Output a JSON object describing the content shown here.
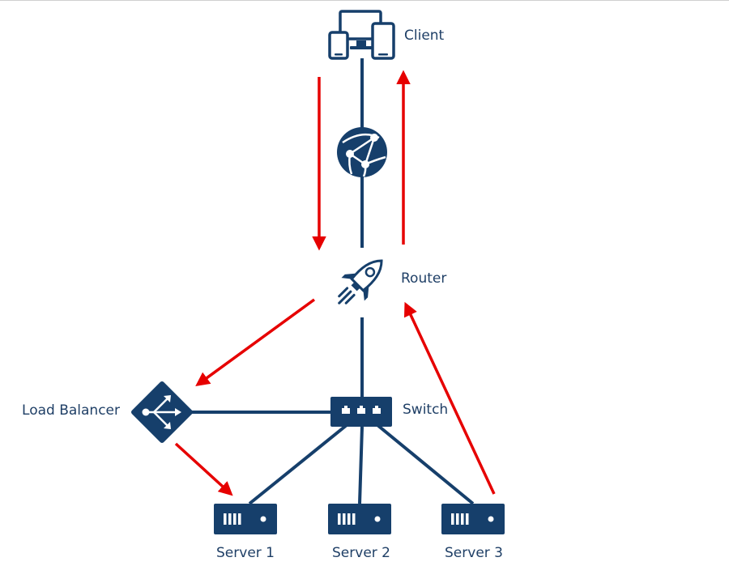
{
  "nodes": {
    "client": {
      "label": "Client",
      "icon": "client-devices-icon"
    },
    "internet": {
      "label": "",
      "icon": "globe-network-icon"
    },
    "router": {
      "label": "Router",
      "icon": "rocket-icon"
    },
    "switch": {
      "label": "Switch",
      "icon": "network-switch-icon"
    },
    "load_balancer": {
      "label": "Load Balancer",
      "icon": "load-balancer-icon"
    },
    "server1": {
      "label": "Server 1",
      "icon": "server-icon"
    },
    "server2": {
      "label": "Server 2",
      "icon": "server-icon"
    },
    "server3": {
      "label": "Server 3",
      "icon": "server-icon"
    }
  },
  "colors": {
    "node": "#163f6b",
    "link": "#163f6b",
    "flow_arrow": "#e60000",
    "label": "#1f3f66"
  }
}
